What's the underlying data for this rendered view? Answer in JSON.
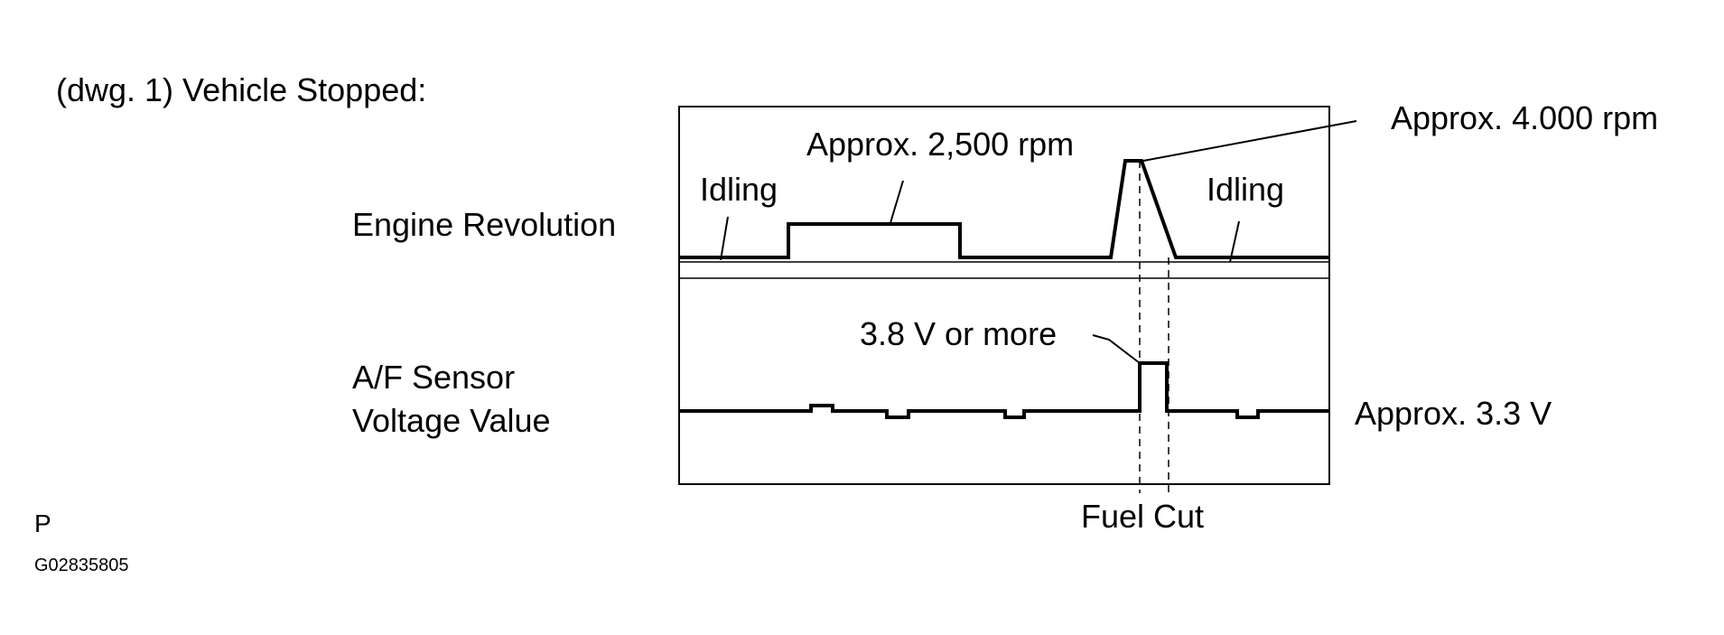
{
  "figure": {
    "title": "(dwg. 1) Vehicle Stopped:",
    "rows": {
      "engine_label": "Engine Revolution",
      "sensor_label_line1": "A/F Sensor",
      "sensor_label_line2": "Voltage Value"
    },
    "annotations": {
      "idling_left": "Idling",
      "rpm_2500": "Approx. 2,500 rpm",
      "rpm_4000": "Approx. 4.000 rpm",
      "idling_right": "Idling",
      "volt_high": "3.8 V or more",
      "volt_normal": "Approx. 3.3 V",
      "fuel_cut": "Fuel Cut"
    },
    "footer": {
      "code_letter": "P",
      "drawing_id": "G02835805"
    }
  }
}
